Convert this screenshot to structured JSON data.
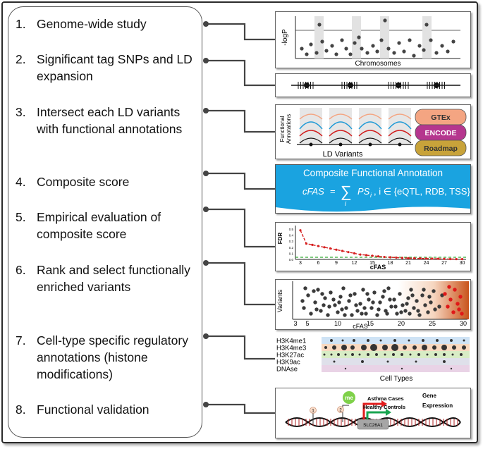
{
  "steps": [
    {
      "num": "1.",
      "text": "Genome-wide study"
    },
    {
      "num": "2.",
      "text": "Significant tag SNPs and LD expansion"
    },
    {
      "num": "3.",
      "text": "Intersect each LD variants with functional annotations"
    },
    {
      "num": "4.",
      "text": "Composite score"
    },
    {
      "num": "5.",
      "text": "Empirical evaluation of composite score"
    },
    {
      "num": "6.",
      "text": "Rank  and select functionally enriched variants"
    },
    {
      "num": "7.",
      "text": "Cell-type specific regulatory annotations (histone modifications)"
    },
    {
      "num": "8.",
      "text": "Functional validation"
    }
  ],
  "panel1": {
    "ylabel": "-logP",
    "xlabel": "Chromosomes"
  },
  "panel3": {
    "ylabel_line1": "Functional",
    "ylabel_line2": "Annotations",
    "xlabel": "LD Variants",
    "sources": [
      "GTEx",
      "ENCODE",
      "Roadmap"
    ],
    "source_colors": [
      "#f4a582",
      "#b5368e",
      "#c8a33a"
    ]
  },
  "panel4": {
    "title": "Composite Functional Annotation",
    "formula_lhs": "cFAS",
    "formula_eq": "=",
    "formula_sum": "∑",
    "formula_sub": "i",
    "formula_term": "PS",
    "formula_term_sub": "i",
    "formula_rest": ", i ∈ {eQTL, RDB, TSS}",
    "bg_color": "#1aa3e0"
  },
  "panel5": {
    "ylabel": "FDR",
    "xlabel": "cFAS",
    "xticks": [
      "3",
      "6",
      "9",
      "12",
      "15",
      "18",
      "21",
      "24",
      "27",
      "30"
    ],
    "yticks": [
      "0.0",
      "0.1",
      "0.2",
      "0.3",
      "0.4",
      "0.5"
    ]
  },
  "panel6": {
    "ylabel": "Variants",
    "xlabel": "cFAS",
    "xticks": [
      "3",
      "5",
      "10",
      "15",
      "20",
      "25",
      "30"
    ]
  },
  "panel7": {
    "tracks": [
      "H3K4me1",
      "H3K4me3",
      "H3K27ac",
      "H3K9ac",
      "DNAse"
    ],
    "track_colors": [
      "#cfe3f5",
      "#f8d9c0",
      "#d8ecc5",
      "#dfe0ea",
      "#e9d3e6"
    ],
    "xlabel": "Cell Types"
  },
  "panel8": {
    "asthma_label": "Asthma Cases",
    "healthy_label": "Healthy Controls",
    "gene_label_line1": "Gene",
    "gene_label_line2": "Expression",
    "me_label": "me",
    "gene_name": "SLC26A1",
    "marker1": "1",
    "marker2": "2"
  }
}
